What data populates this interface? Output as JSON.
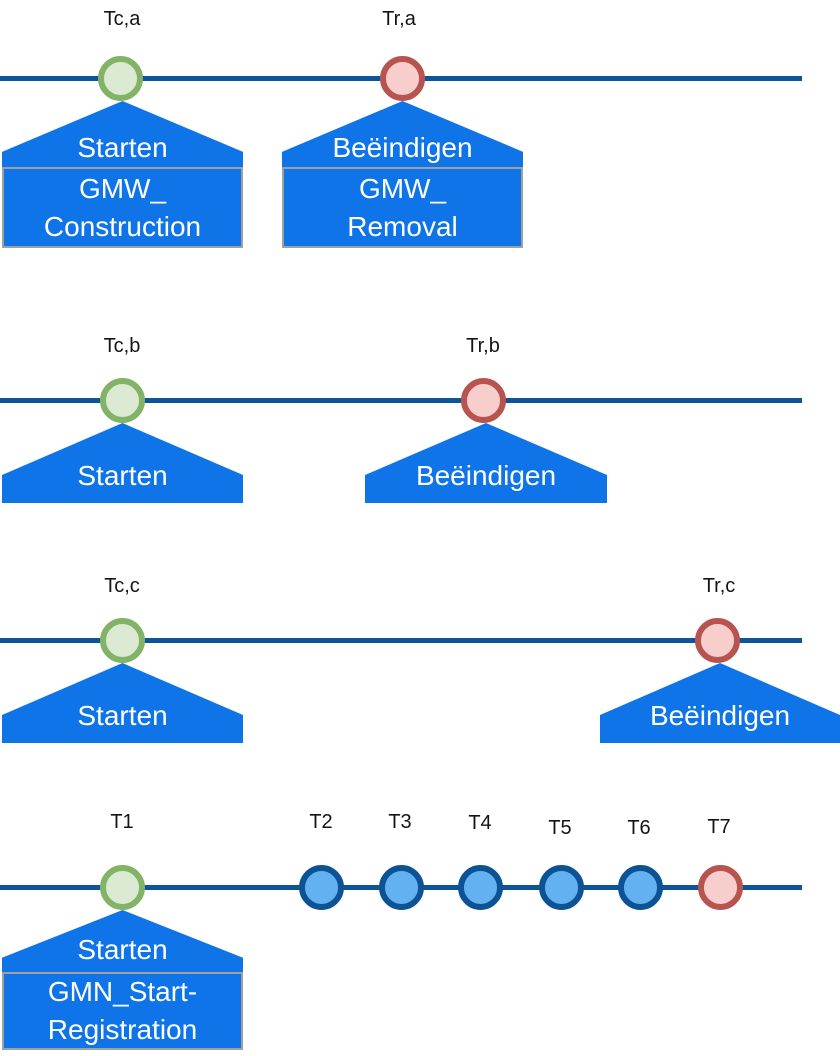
{
  "palette": {
    "timeline_blue": "#0d5499",
    "shape_blue": "#0e74e8",
    "box_border_gray": "#a0a0a0",
    "green_marker_border": "#82b366",
    "green_marker_fill": "#dcead3",
    "red_marker_border": "#b85450",
    "red_marker_fill": "#f8cecc",
    "blue_marker_border": "#0b5394",
    "blue_marker_fill": "#64b1f2"
  },
  "timelines": [
    {
      "name": "timeline-a",
      "events": [
        {
          "label": "Tc,a",
          "marker": "green-circle",
          "action": "Starten",
          "object": "GMW_\nConstruction"
        },
        {
          "label": "Tr,a",
          "marker": "red-circle",
          "action": "Beëindigen",
          "object": "GMW_\nRemoval"
        }
      ]
    },
    {
      "name": "timeline-b",
      "events": [
        {
          "label": "Tc,b",
          "marker": "green-circle",
          "action": "Starten"
        },
        {
          "label": "Tr,b",
          "marker": "red-circle",
          "action": "Beëindigen"
        }
      ]
    },
    {
      "name": "timeline-c",
      "events": [
        {
          "label": "Tc,c",
          "marker": "green-circle",
          "action": "Starten"
        },
        {
          "label": "Tr,c",
          "marker": "red-circle",
          "action": "Beëindigen"
        }
      ]
    },
    {
      "name": "timeline-t-series",
      "events": [
        {
          "label": "T1",
          "marker": "green-circle",
          "action": "Starten",
          "object": "GMN_Start-\nRegistration"
        },
        {
          "label": "T2",
          "marker": "blue-circle"
        },
        {
          "label": "T3",
          "marker": "blue-circle"
        },
        {
          "label": "T4",
          "marker": "blue-circle"
        },
        {
          "label": "T5",
          "marker": "blue-circle"
        },
        {
          "label": "T6",
          "marker": "blue-circle"
        },
        {
          "label": "T7",
          "marker": "red-circle"
        }
      ]
    }
  ]
}
